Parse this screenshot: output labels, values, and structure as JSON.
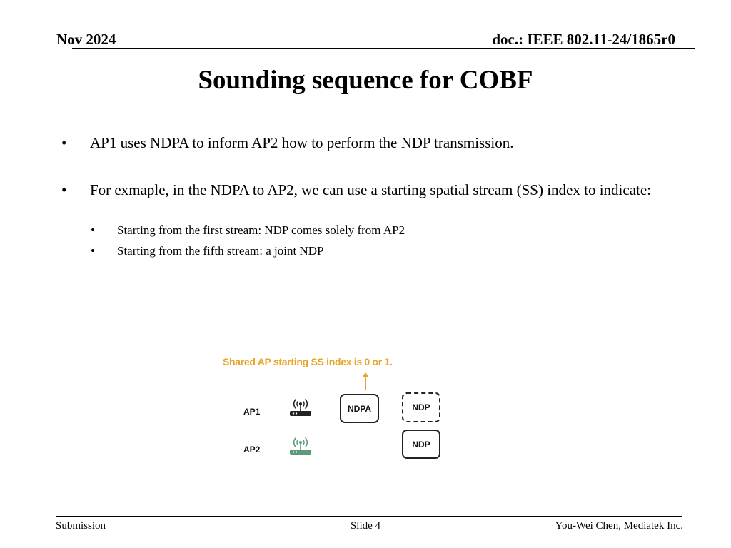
{
  "header": {
    "date": "Nov 2024",
    "doc_id": "doc.: IEEE 802.11-24/1865r0"
  },
  "title": "Sounding sequence for COBF",
  "bullets": [
    {
      "marker": "•",
      "text": "AP1 uses NDPA to inform AP2 how to perform the NDP transmission."
    },
    {
      "marker": "•",
      "text": "For exmaple, in the NDPA to AP2, we can use a starting spatial stream (SS) index to indicate:"
    }
  ],
  "sub_bullets": [
    {
      "marker": "•",
      "text": "Starting from the first stream: NDP comes solely from AP2"
    },
    {
      "marker": "•",
      "text": "Starting from the fifth stream: a joint NDP"
    }
  ],
  "diagram": {
    "note": "Shared AP starting SS index is 0 or 1.",
    "note_color": "#e8a427",
    "ap1_label": "AP1",
    "ap2_label": "AP2",
    "ap1_icon": "router-icon",
    "ap2_icon": "router-icon",
    "ap1_icon_color": "#222222",
    "ap2_icon_color": "#5e9a7a",
    "ndpa_label": "NDPA",
    "ndp_dashed_label": "NDP",
    "ndp_solid_label": "NDP"
  },
  "footer": {
    "left": "Submission",
    "center": "Slide 4",
    "right": "You-Wei Chen, Mediatek Inc."
  }
}
